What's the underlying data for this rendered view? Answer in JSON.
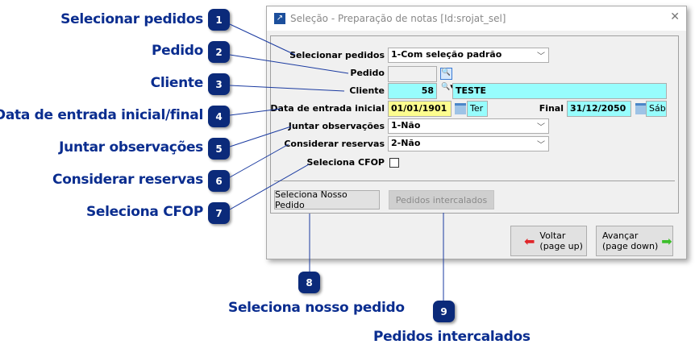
{
  "callouts": [
    {
      "n": "1",
      "label": "Selecionar pedidos"
    },
    {
      "n": "2",
      "label": "Pedido"
    },
    {
      "n": "3",
      "label": "Cliente"
    },
    {
      "n": "4",
      "label": "Data de entrada inicial/final"
    },
    {
      "n": "5",
      "label": "Juntar observações"
    },
    {
      "n": "6",
      "label": "Considerar reservas"
    },
    {
      "n": "7",
      "label": "Seleciona CFOP"
    },
    {
      "n": "8",
      "label": "Seleciona nosso pedido"
    },
    {
      "n": "9",
      "label": "Pedidos intercalados"
    }
  ],
  "window": {
    "title": "Seleção - Preparação de notas [Id:srojat_sel]",
    "close": "✕"
  },
  "form": {
    "selecionar_pedidos": {
      "label": "Selecionar pedidos",
      "value": "1-Com seleção padrão"
    },
    "pedido": {
      "label": "Pedido",
      "value": ""
    },
    "cliente": {
      "label": "Cliente",
      "code": "58",
      "name": "TESTE"
    },
    "data_inicial": {
      "label": "Data de entrada inicial",
      "value": "01/01/1901",
      "weekday": "Ter"
    },
    "data_final": {
      "label": "Final",
      "value": "31/12/2050",
      "weekday": "Sáb"
    },
    "juntar_obs": {
      "label": "Juntar observações",
      "value": "1-Não"
    },
    "considerar_reservas": {
      "label": "Considerar reservas",
      "value": "2-Não"
    },
    "seleciona_cfop": {
      "label": "Seleciona CFOP",
      "checked": false
    }
  },
  "buttons": {
    "seleciona_nosso_pedido": "Seleciona Nosso Pedido",
    "pedidos_intercalados": "Pedidos intercalados",
    "voltar": "Voltar",
    "voltar_sub": "(page up)",
    "avancar": "Avançar",
    "avancar_sub": "(page down)"
  },
  "colors": {
    "callout": "#0a2d8f",
    "badge": "#0b2a7a",
    "field_cyan": "#97fdfd",
    "field_yellow": "#fdfd8f"
  }
}
